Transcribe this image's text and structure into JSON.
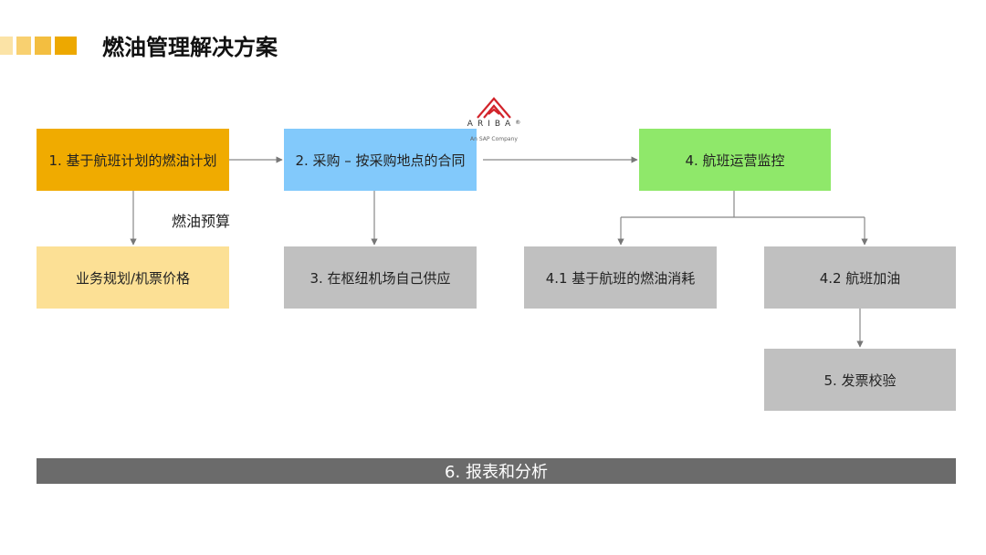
{
  "title": "燃油管理解决方案",
  "boxes": {
    "b1": {
      "label": "1. 基于航班计划的燃油计划",
      "color": "#F0AB00"
    },
    "b_plan": {
      "label": "业务规划/机票价格",
      "color": "#FCE095"
    },
    "b2": {
      "label": "2. 采购 – 按采购地点的合同",
      "color": "#82C9FB"
    },
    "b3": {
      "label": "3. 在枢纽机场自己供应",
      "color": "#C0C0C0"
    },
    "b4": {
      "label": "4. 航班运营监控",
      "color": "#8FE86A"
    },
    "b41": {
      "label": "4.1 基于航班的燃油消耗",
      "color": "#C0C0C0"
    },
    "b42": {
      "label": "4.2 航班加油",
      "color": "#C0C0C0"
    },
    "b5": {
      "label": "5. 发票校验",
      "color": "#C0C0C0"
    }
  },
  "edge_label_budget": "燃油预算",
  "logo": {
    "name": "ARIBA",
    "mark": "®",
    "subtitle": "An SAP Company"
  },
  "bottom_bar": {
    "label": "6. 报表和分析",
    "color": "#6B6B6B"
  }
}
